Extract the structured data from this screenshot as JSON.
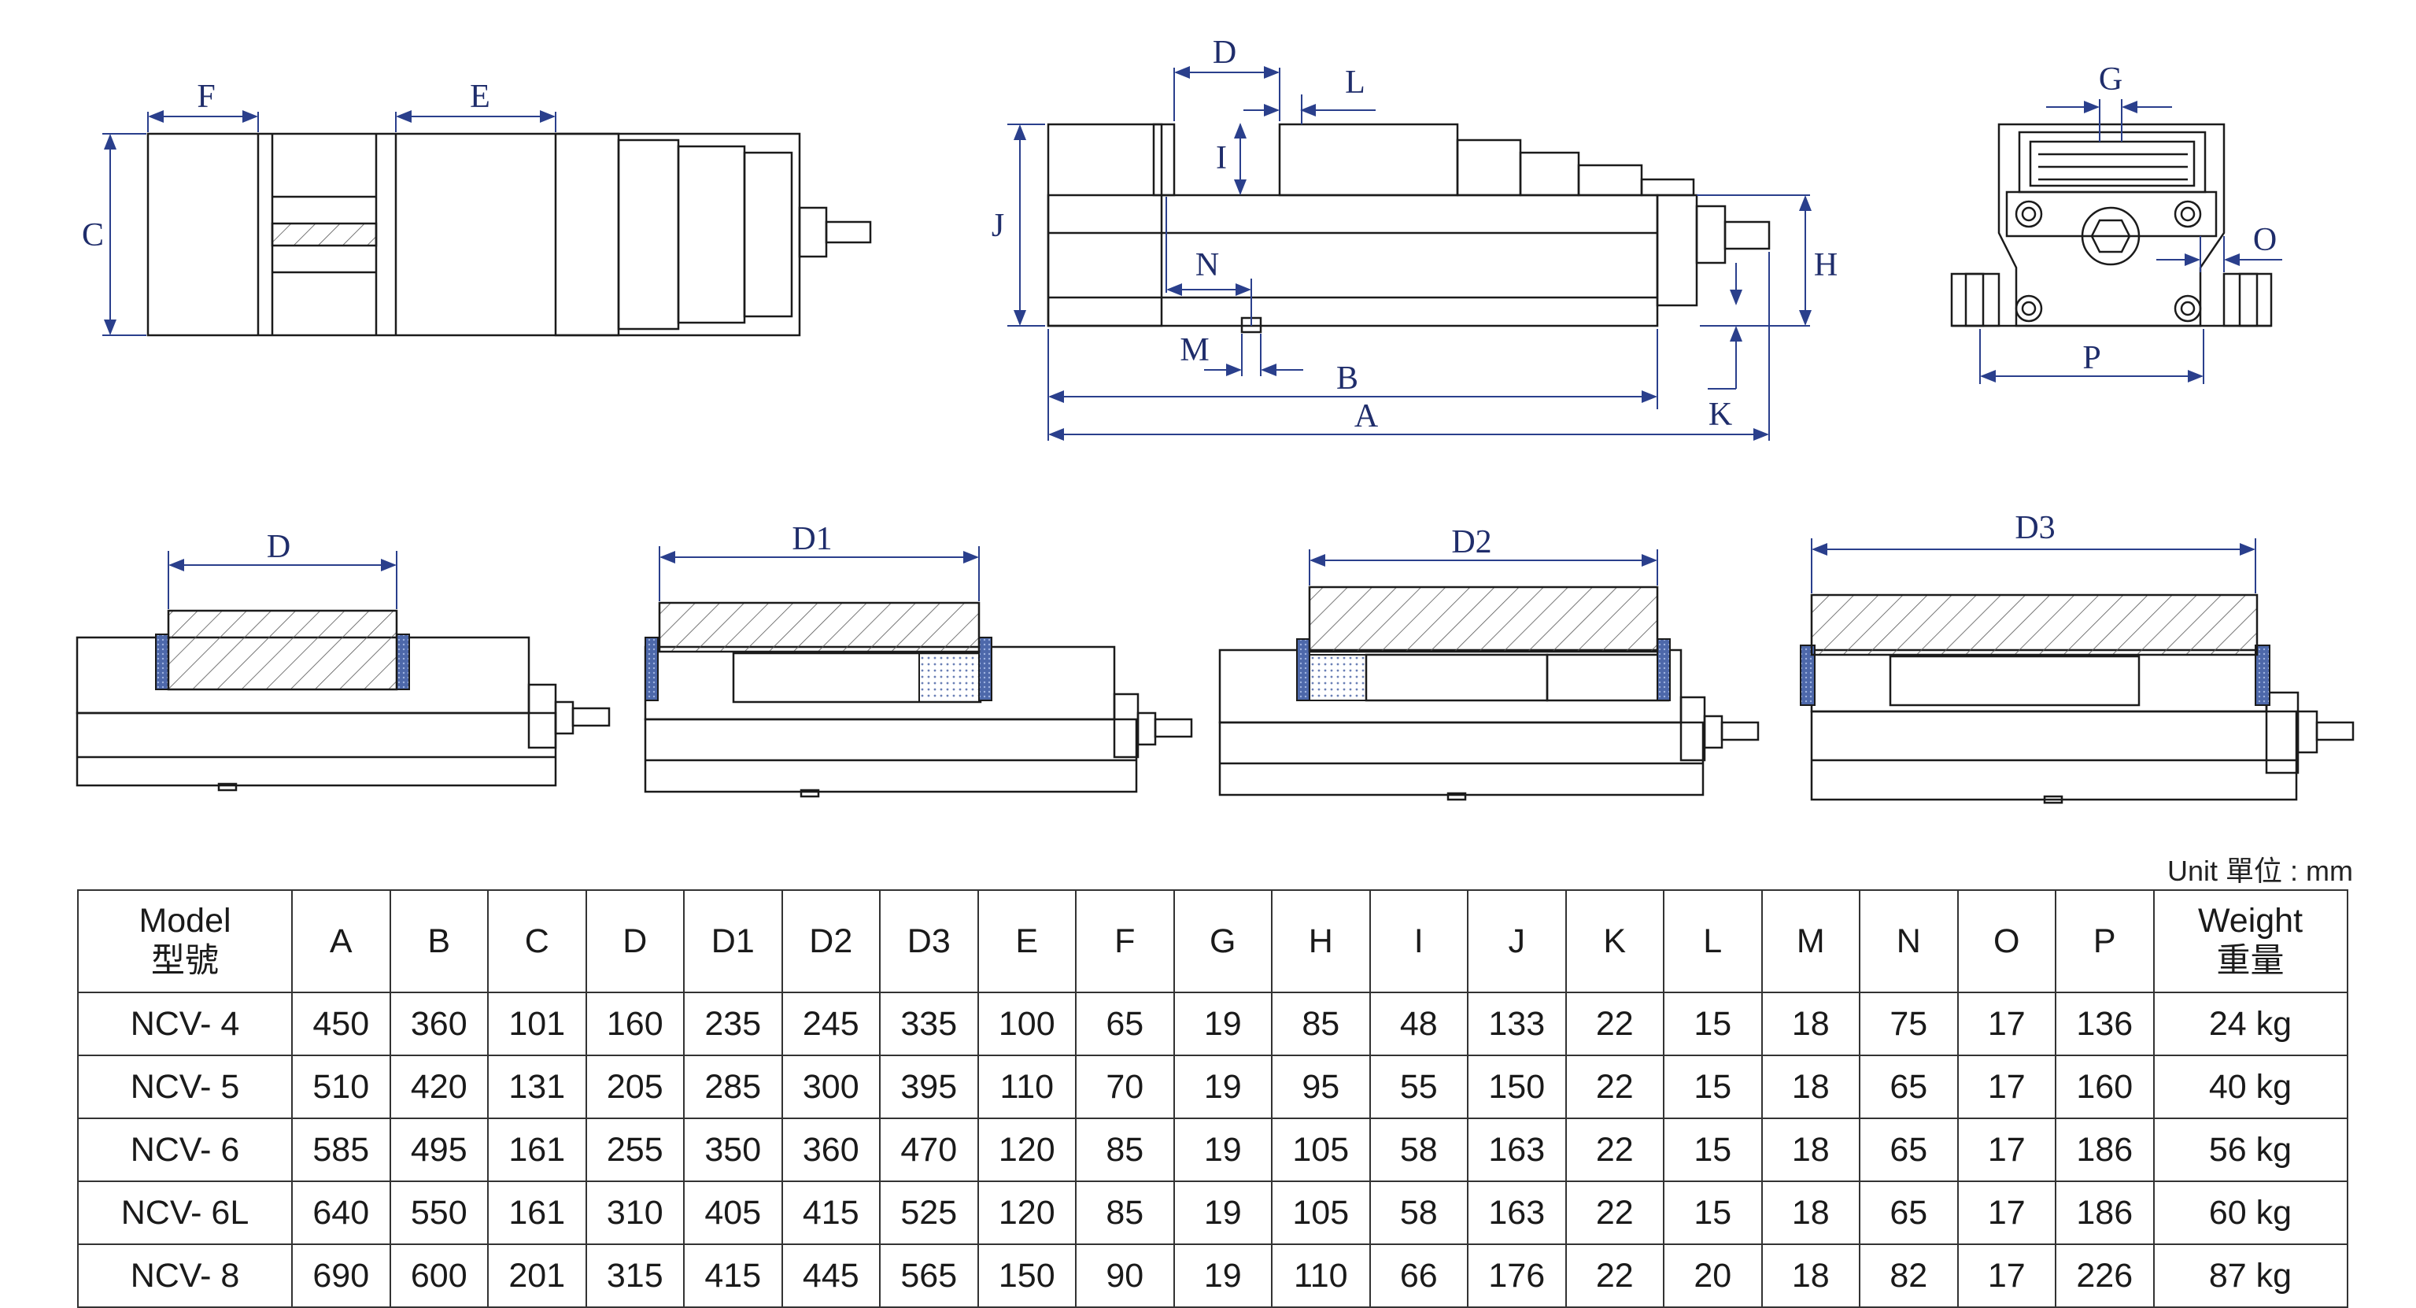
{
  "dimension_labels": {
    "top_view": [
      "F",
      "E",
      "C"
    ],
    "side_view": [
      "D",
      "L",
      "I",
      "J",
      "N",
      "M",
      "B",
      "A",
      "H",
      "K"
    ],
    "end_view": [
      "G",
      "O",
      "P"
    ],
    "jaw_configs": [
      "D",
      "D1",
      "D2",
      "D3"
    ]
  },
  "unit_note": "Unit 單位 : mm",
  "table": {
    "header": {
      "model": [
        "Model",
        "型號"
      ],
      "columns": [
        "A",
        "B",
        "C",
        "D",
        "D1",
        "D2",
        "D3",
        "E",
        "F",
        "G",
        "H",
        "I",
        "J",
        "K",
        "L",
        "M",
        "N",
        "O",
        "P"
      ],
      "weight": [
        "Weight",
        "重量"
      ]
    },
    "rows": [
      {
        "model": "NCV- 4",
        "values": [
          "450",
          "360",
          "101",
          "160",
          "235",
          "245",
          "335",
          "100",
          "65",
          "19",
          "85",
          "48",
          "133",
          "22",
          "15",
          "18",
          "75",
          "17",
          "136"
        ],
        "weight": "24 kg"
      },
      {
        "model": "NCV- 5",
        "values": [
          "510",
          "420",
          "131",
          "205",
          "285",
          "300",
          "395",
          "110",
          "70",
          "19",
          "95",
          "55",
          "150",
          "22",
          "15",
          "18",
          "65",
          "17",
          "160"
        ],
        "weight": "40 kg"
      },
      {
        "model": "NCV- 6",
        "values": [
          "585",
          "495",
          "161",
          "255",
          "350",
          "360",
          "470",
          "120",
          "85",
          "19",
          "105",
          "58",
          "163",
          "22",
          "15",
          "18",
          "65",
          "17",
          "186"
        ],
        "weight": "56 kg"
      },
      {
        "model": "NCV- 6L",
        "values": [
          "640",
          "550",
          "161",
          "310",
          "405",
          "415",
          "525",
          "120",
          "85",
          "19",
          "105",
          "58",
          "163",
          "22",
          "15",
          "18",
          "65",
          "17",
          "186"
        ],
        "weight": "60 kg"
      },
      {
        "model": "NCV- 8",
        "values": [
          "690",
          "600",
          "201",
          "315",
          "415",
          "445",
          "565",
          "150",
          "90",
          "19",
          "110",
          "66",
          "176",
          "22",
          "20",
          "18",
          "82",
          "17",
          "226"
        ],
        "weight": "87 kg"
      }
    ]
  },
  "colors": {
    "dimension_ink": "#1f2d6b",
    "jaw_pad_blue": "#5b78b8"
  }
}
